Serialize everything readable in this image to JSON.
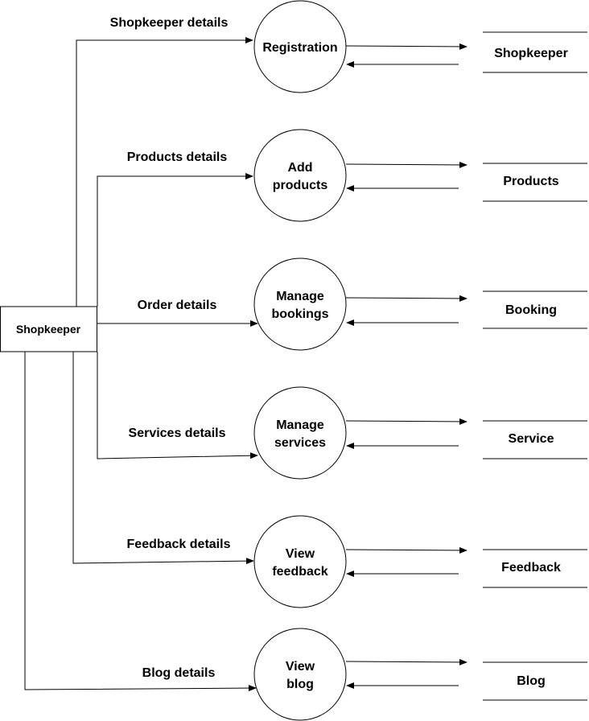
{
  "entity": {
    "label": "Shopkeeper"
  },
  "flows": [
    {
      "label": "Shopkeeper details"
    },
    {
      "label": "Products details"
    },
    {
      "label": "Order details"
    },
    {
      "label": "Services details"
    },
    {
      "label": "Feedback details"
    },
    {
      "label": "Blog details"
    }
  ],
  "processes": [
    {
      "lines": [
        "Registration"
      ]
    },
    {
      "lines": [
        "Add",
        "products"
      ]
    },
    {
      "lines": [
        "Manage",
        "bookings"
      ]
    },
    {
      "lines": [
        "Manage",
        "services"
      ]
    },
    {
      "lines": [
        "View",
        "feedback"
      ]
    },
    {
      "lines": [
        "View",
        "blog"
      ]
    }
  ],
  "stores": [
    {
      "label": "Shopkeeper"
    },
    {
      "label": "Products"
    },
    {
      "label": "Booking"
    },
    {
      "label": "Service"
    },
    {
      "label": "Feedback"
    },
    {
      "label": "Blog"
    }
  ]
}
